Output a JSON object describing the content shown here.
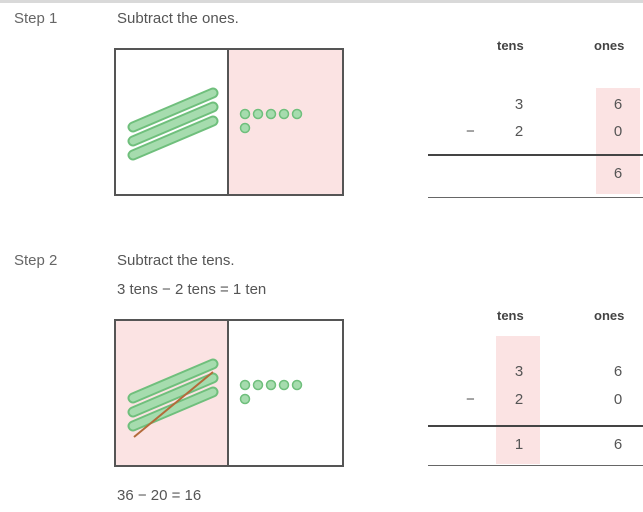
{
  "step1": {
    "label": "Step 1",
    "instruction": "Subtract the ones.",
    "table": {
      "tens_header": "tens",
      "ones_header": "ones",
      "top_tens": "3",
      "top_ones": "6",
      "minus": "−",
      "bottom_tens": "2",
      "bottom_ones": "0",
      "result_ones": "6"
    }
  },
  "step2": {
    "label": "Step 2",
    "instruction": "Subtract the tens.",
    "sub_instruction": "3 tens − 2 tens = 1 ten",
    "table": {
      "tens_header": "tens",
      "ones_header": "ones",
      "top_tens": "3",
      "top_ones": "6",
      "minus": "−",
      "bottom_tens": "2",
      "bottom_ones": "0",
      "result_tens": "1",
      "result_ones": "6"
    },
    "equation": "36 − 20 = 16"
  },
  "colors": {
    "highlight": "#fbe3e3",
    "block_fill": "#a6dcae",
    "block_stroke": "#6fbf7c",
    "cross_out": "#b36b3a"
  },
  "icons": {
    "ten_rod": "ten-rod-icon",
    "one_cube": "one-cube-icon"
  }
}
